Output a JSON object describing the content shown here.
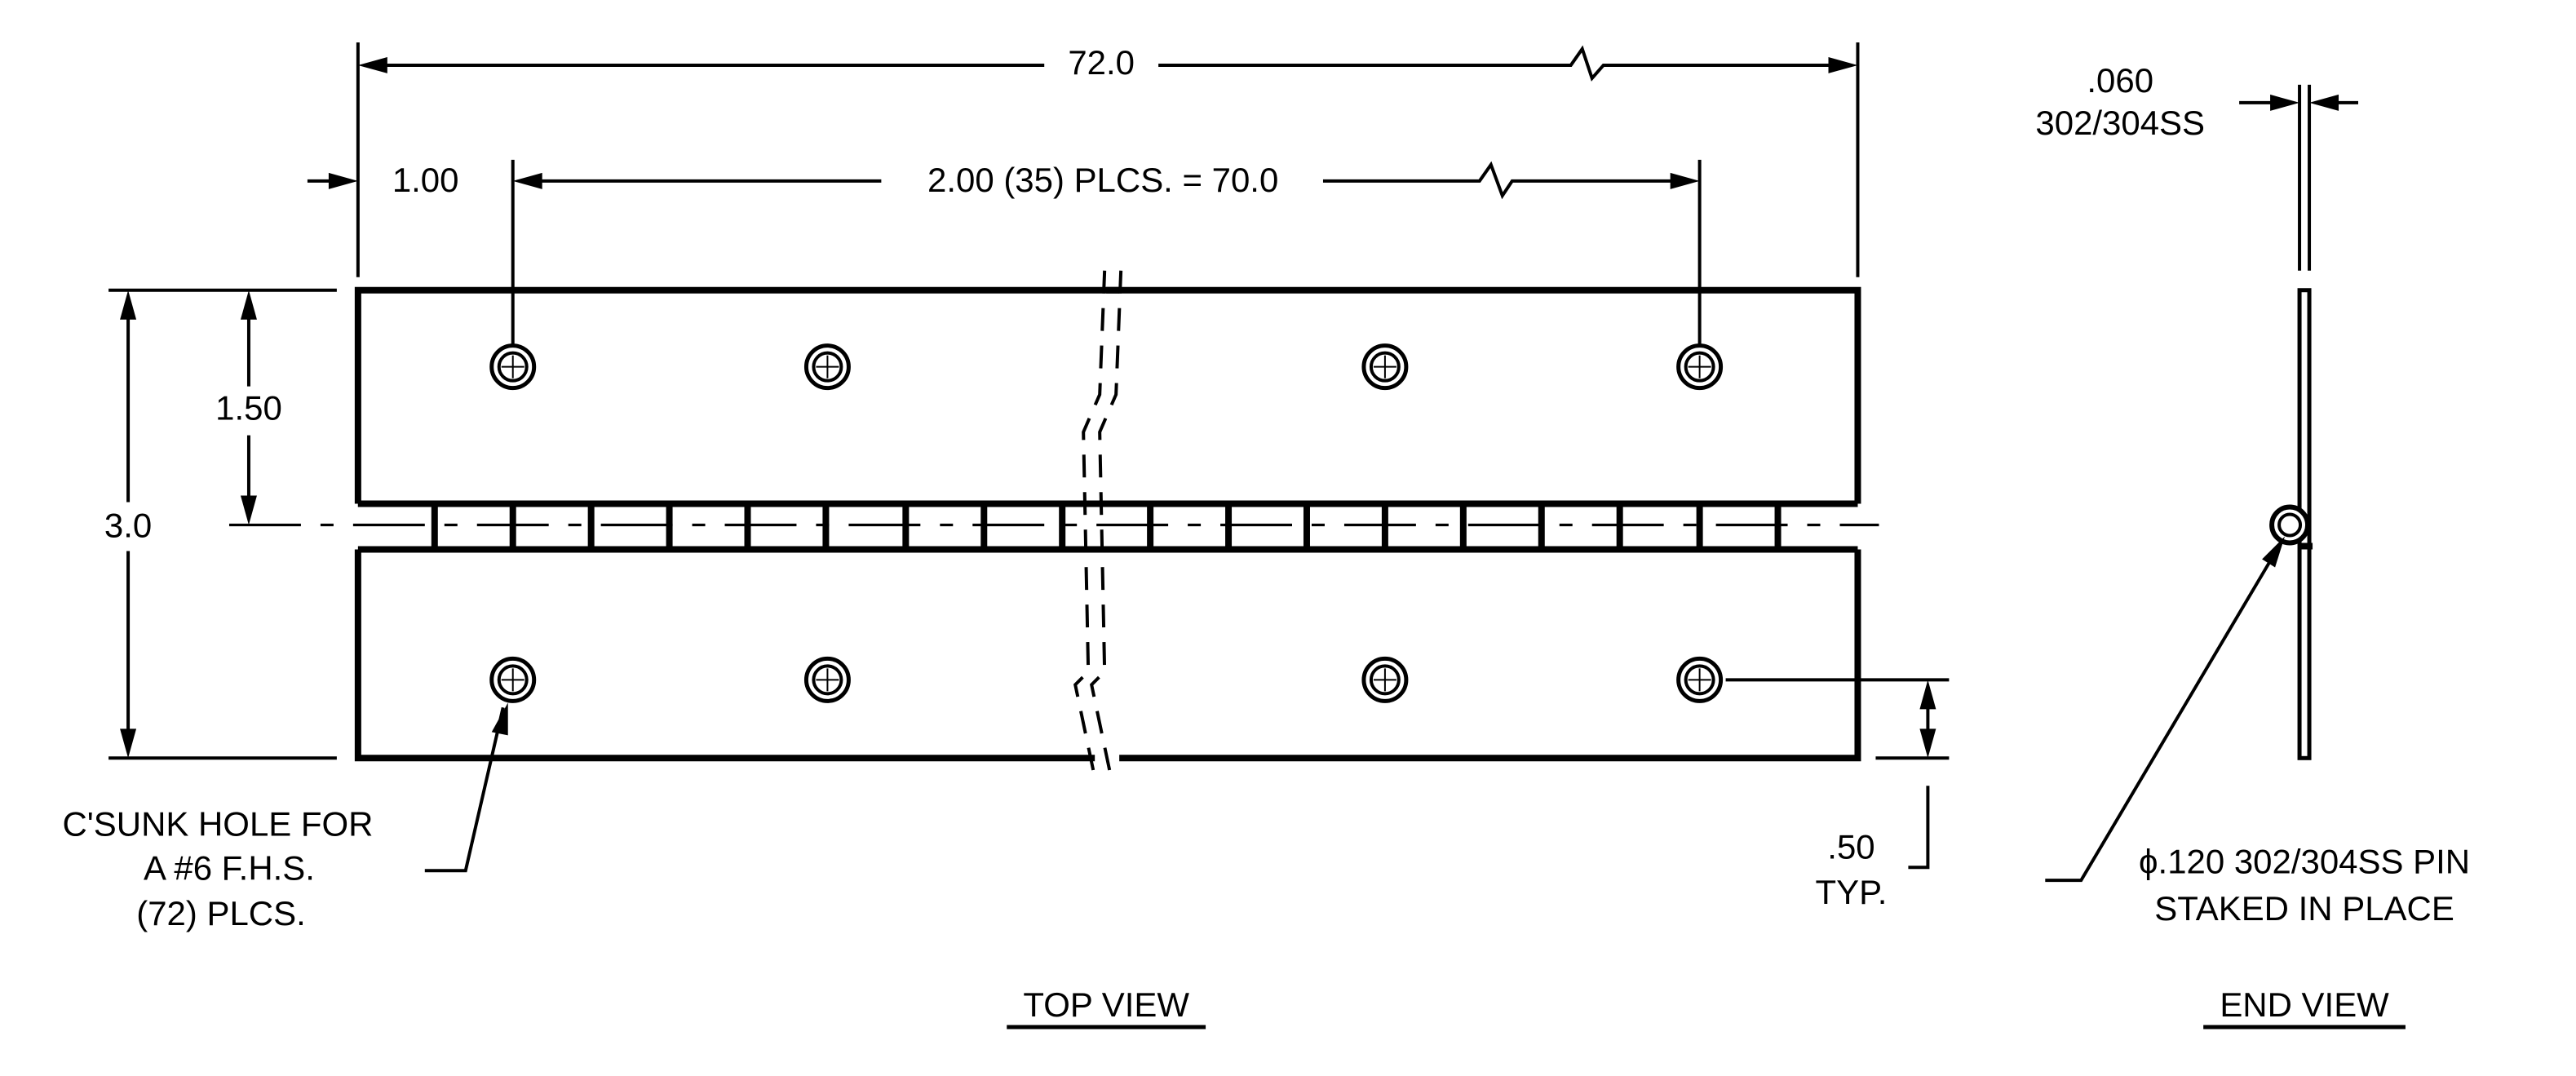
{
  "top_view": {
    "title": "TOP VIEW",
    "dim_overall_length": "72.0",
    "dim_edge_to_first_hole": "1.00",
    "dim_hole_pitch": "2.00 (35) PLCS. = 70.0",
    "dim_overall_width": "3.0",
    "dim_leaf_to_hole_row": "1.50",
    "dim_hole_to_edge": ".50",
    "dim_hole_to_edge_note": "TYP.",
    "hole_note": [
      "C'SUNK HOLE FOR",
      "A #6 F.H.S.",
      "(72) PLCS."
    ]
  },
  "end_view": {
    "title": "END VIEW",
    "thickness": ".060",
    "material": "302/304SS",
    "pin_note": [
      "ϕ.120 302/304SS PIN",
      "STAKED IN PLACE"
    ]
  }
}
